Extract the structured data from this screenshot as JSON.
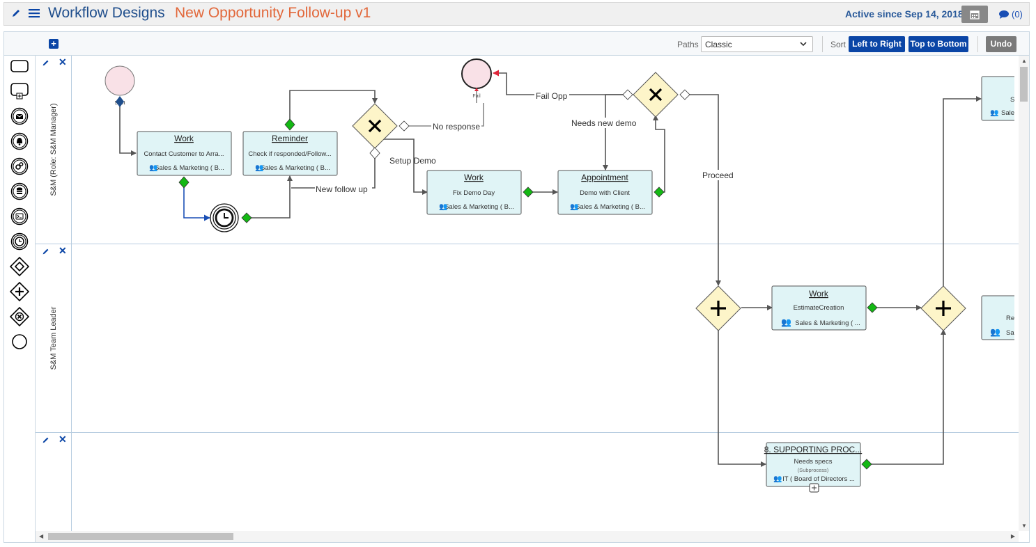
{
  "header": {
    "title": "Workflow Designs",
    "subtitle": "New Opportunity Follow-up v1",
    "active_since": "Active since Sep 14, 2018",
    "comments": "(0)"
  },
  "toolbar": {
    "paths_label": "Paths",
    "paths_value": "Classic",
    "sort_label": "Sort",
    "left_to_right": "Left to Right",
    "top_to_bottom": "Top to Bottom",
    "undo": "Undo"
  },
  "lanes": [
    {
      "label": "S&M (Role: S&M Manager)"
    },
    {
      "label": "S&M Team Leader"
    },
    {
      "label": ""
    }
  ],
  "events": {
    "start": "Start",
    "fail": "Fail"
  },
  "tasks": {
    "t1": {
      "type": "Work",
      "name": "Contact Customer to Arra...",
      "assignee": "Sales & Marketing ( B..."
    },
    "t2": {
      "type": "Reminder",
      "name": "Check if responded/Follow...",
      "assignee": "Sales & Marketing ( B..."
    },
    "t3": {
      "type": "Work",
      "name": "Fix Demo Day",
      "assignee": "Sales & Marketing ( B..."
    },
    "t4": {
      "type": "Appointment",
      "name": "Demo with Client",
      "assignee": "Sales & Marketing ( B..."
    },
    "t5": {
      "type": "Work",
      "name": "EstimateCreation",
      "assignee": "Sales & Marketing ( ..."
    },
    "t6": {
      "type": "8. SUPPORTING PROC...",
      "name": "Needs specs",
      "note": "(Subprocess)",
      "assignee": "IT ( Board of Directors ..."
    },
    "t7": {
      "type": "",
      "name": "Se",
      "assignee": "Sales"
    },
    "t8": {
      "type": "",
      "name": "Revi",
      "assignee": "Sale"
    }
  },
  "flow_labels": {
    "no_response": "No response",
    "setup_demo": "Setup Demo",
    "new_follow_up": "New follow up",
    "fail_opp": "Fail Opp",
    "needs_new_demo": "Needs new demo",
    "proceed": "Proceed"
  },
  "colors": {
    "brand": "#0a45a6",
    "title": "#1f4e8c",
    "subtitle": "#e2673a",
    "task_fill": "#e0f4f6",
    "gateway_fill": "#fdf5c9",
    "event_fill": "#f9e1e7",
    "connector_green": "#14b814"
  },
  "palette_icons": [
    "task-shape-icon",
    "subprocess-shape-icon",
    "message-event-icon",
    "signal-event-icon",
    "service-event-icon",
    "data-event-icon",
    "script-event-icon",
    "timer-event-icon",
    "exclusive-gateway-icon",
    "parallel-gateway-icon",
    "complex-gateway-icon",
    "end-event-icon"
  ]
}
